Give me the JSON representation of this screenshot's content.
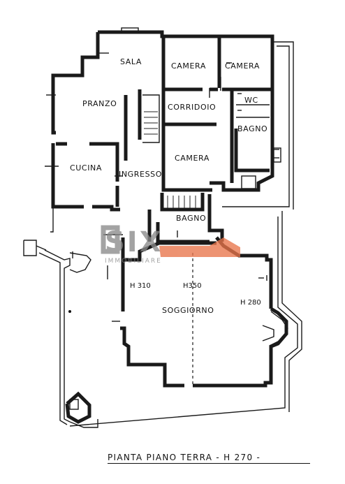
{
  "plan": {
    "rooms": {
      "sala": "SALA",
      "camera_1": "CAMERA",
      "camera_2": "CAMERA",
      "pranzo": "PRANZO",
      "corridoio": "CORRIDOIO",
      "wc": "WC",
      "bagno_1": "BAGNO",
      "camera_3": "CAMERA",
      "cucina": "CUCINA",
      "ingresso": "INGRESSO",
      "bagno_2": "BAGNO",
      "soggiorno": "SOGGIORNO"
    },
    "heights": {
      "h1": "H 310",
      "h2": "H350",
      "h3": "H 280"
    },
    "watermark": {
      "brand": "SIX",
      "sub": "IMMOBILIARE",
      "accent_color": "#e8744a",
      "gray_color": "#8a8a8a"
    },
    "title": "PIANTA  PIANO  TERRA - H 270 -"
  }
}
